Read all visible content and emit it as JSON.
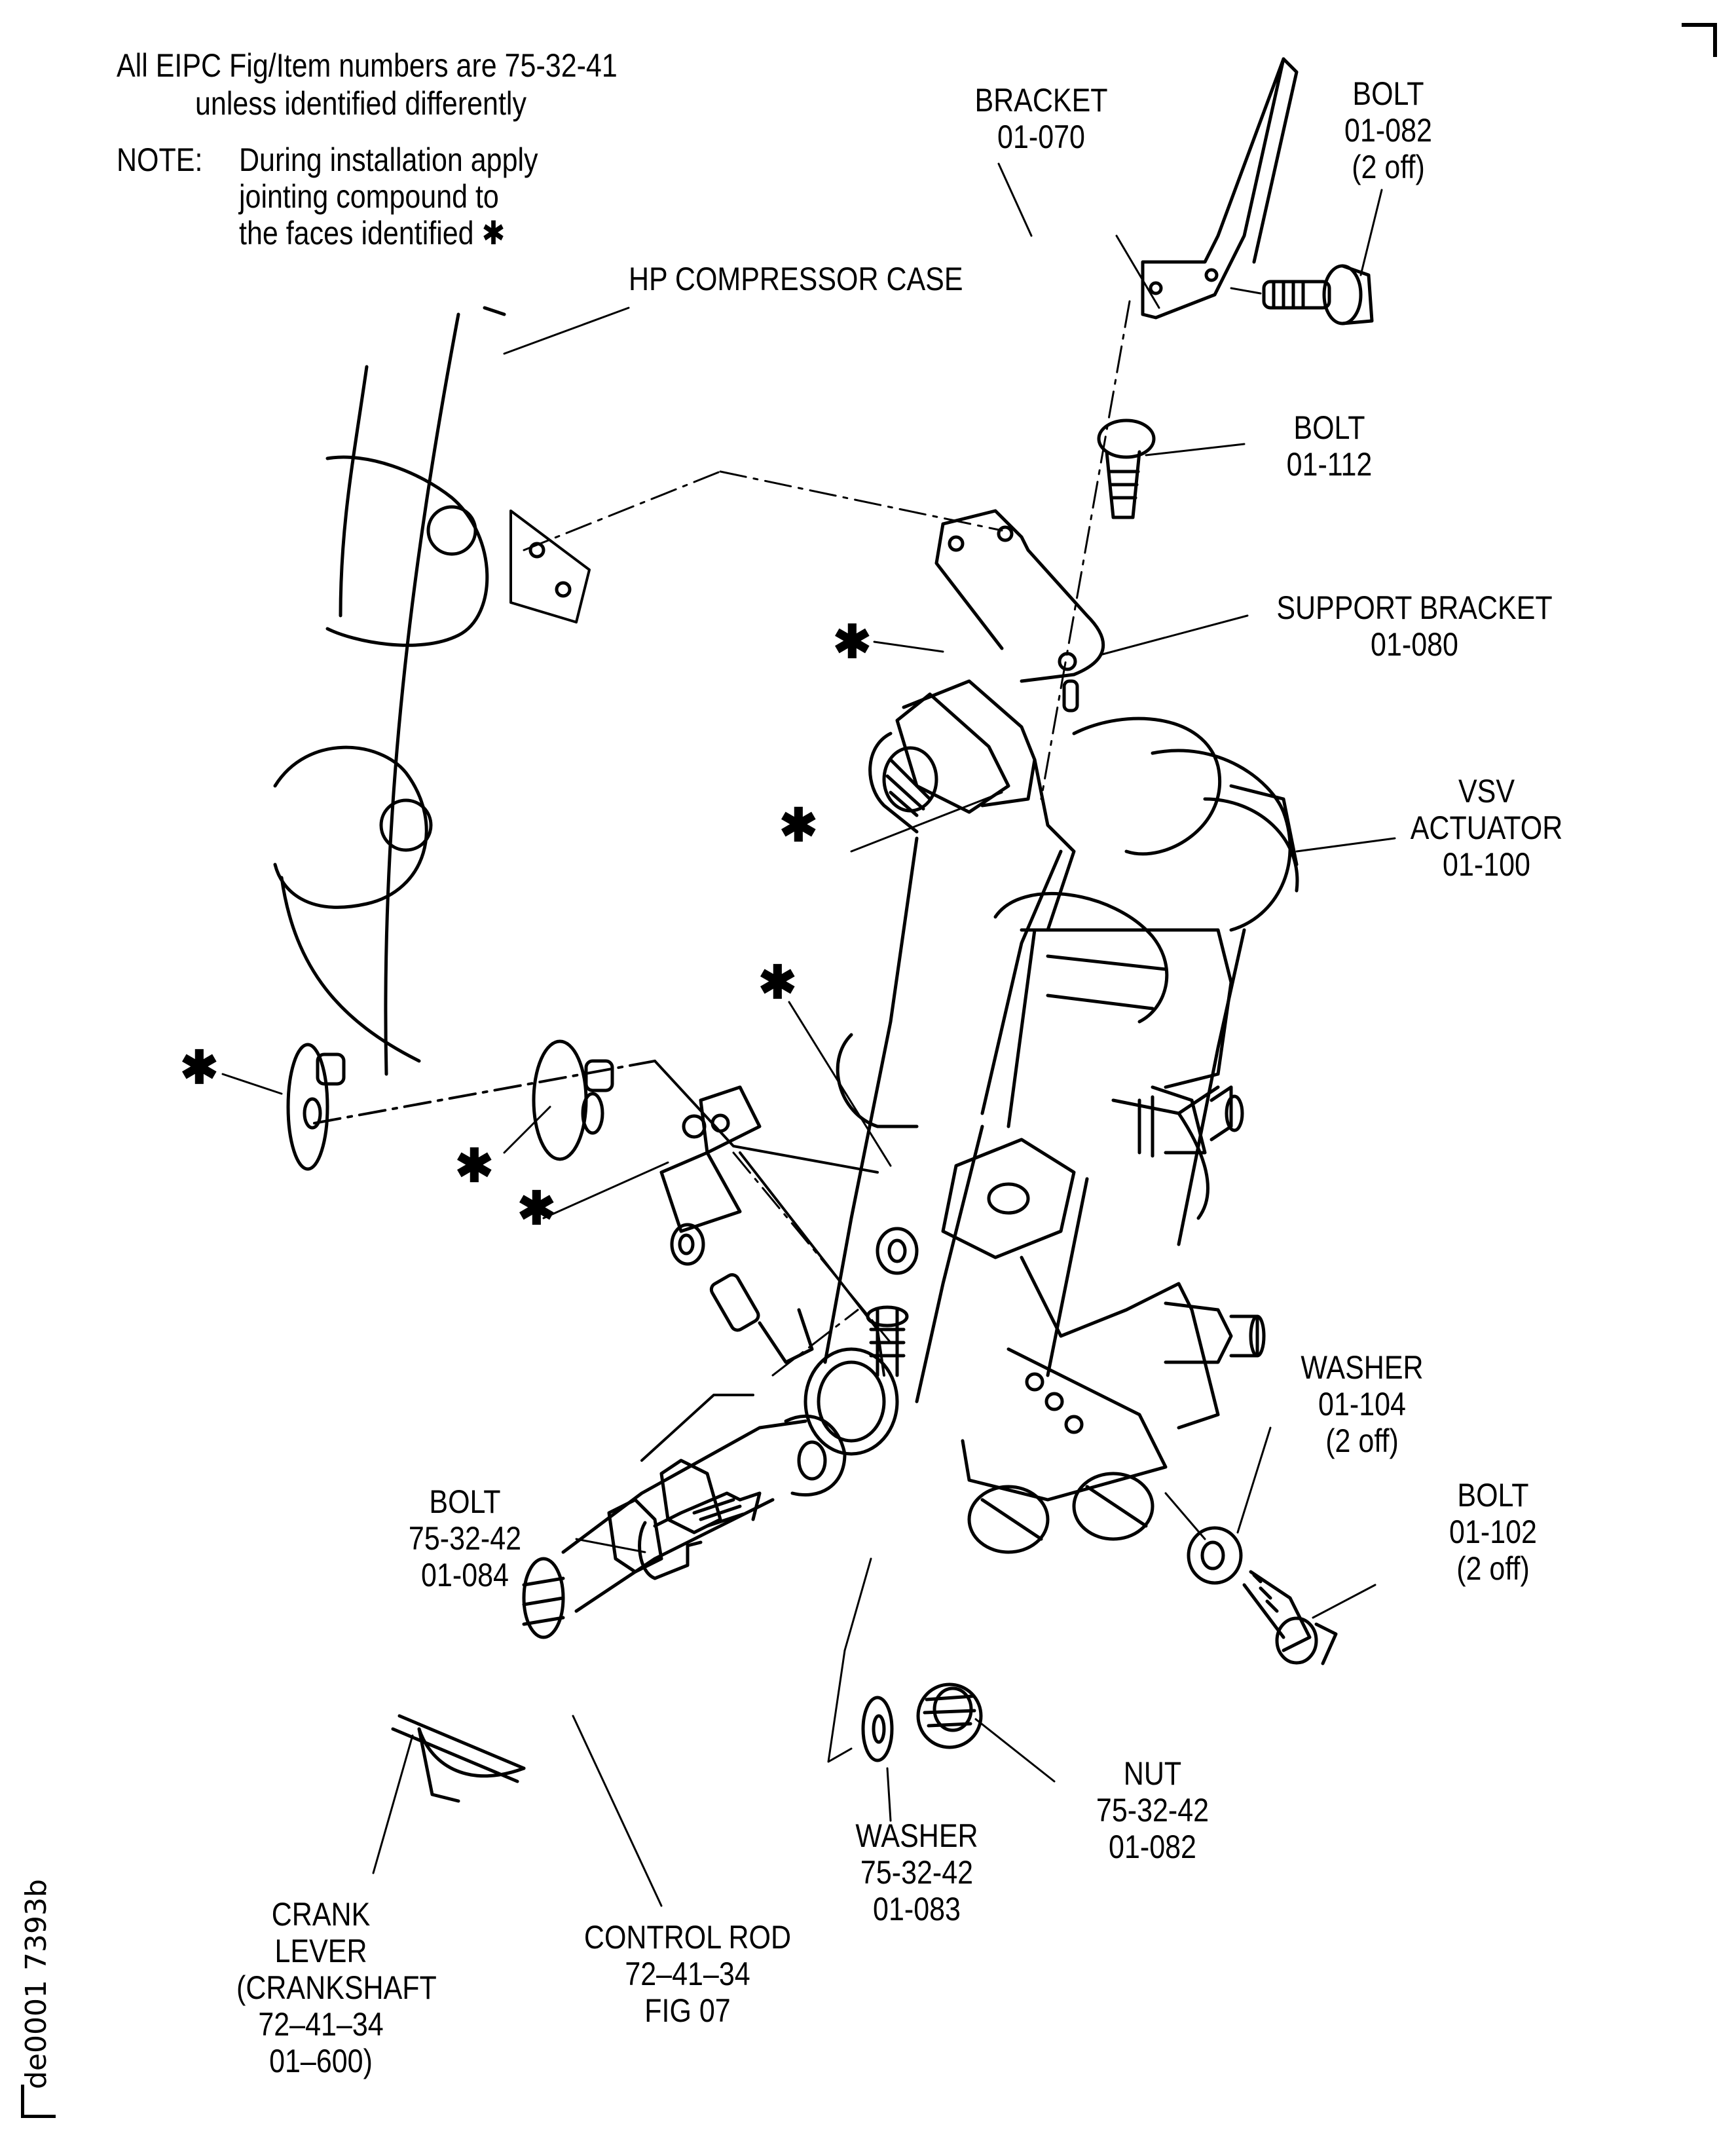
{
  "figure": {
    "header_note": [
      "All EIPC Fig/Item numbers are 75-32-41",
      "unless identified differently"
    ],
    "installation_note": {
      "prefix": "NOTE:",
      "lines": [
        "During installation apply",
        "jointing compound to",
        "the faces identified ✱"
      ]
    },
    "jointing_symbol": "✱",
    "document_id": "de0001 7393b"
  },
  "callouts": {
    "hp_case": [
      "HP COMPRESSOR CASE"
    ],
    "bracket": [
      "BRACKET",
      "01-070"
    ],
    "bolt_082": [
      "BOLT",
      "01-082",
      "(2 off)"
    ],
    "bolt_112": [
      "BOLT",
      "01-112"
    ],
    "support_bracket": [
      "SUPPORT BRACKET",
      "01-080"
    ],
    "vsv_actuator": [
      "VSV",
      "ACTUATOR",
      "01-100"
    ],
    "washer_104": [
      "WASHER",
      "01-104",
      "(2 off)"
    ],
    "bolt_102": [
      "BOLT",
      "01-102",
      "(2 off)"
    ],
    "bolt_084": [
      "BOLT",
      "75-32-42",
      "01-084"
    ],
    "nut_082": [
      "NUT",
      "75-32-42",
      "01-082"
    ],
    "washer_083": [
      "WASHER",
      "75-32-42",
      "01-083"
    ],
    "control_rod": [
      "CONTROL ROD",
      "72–41–34",
      "FIG 07"
    ],
    "crank_lever": [
      "CRANK",
      "LEVER",
      "(CRANKSHAFT",
      "72–41–34",
      "01–600)"
    ]
  }
}
